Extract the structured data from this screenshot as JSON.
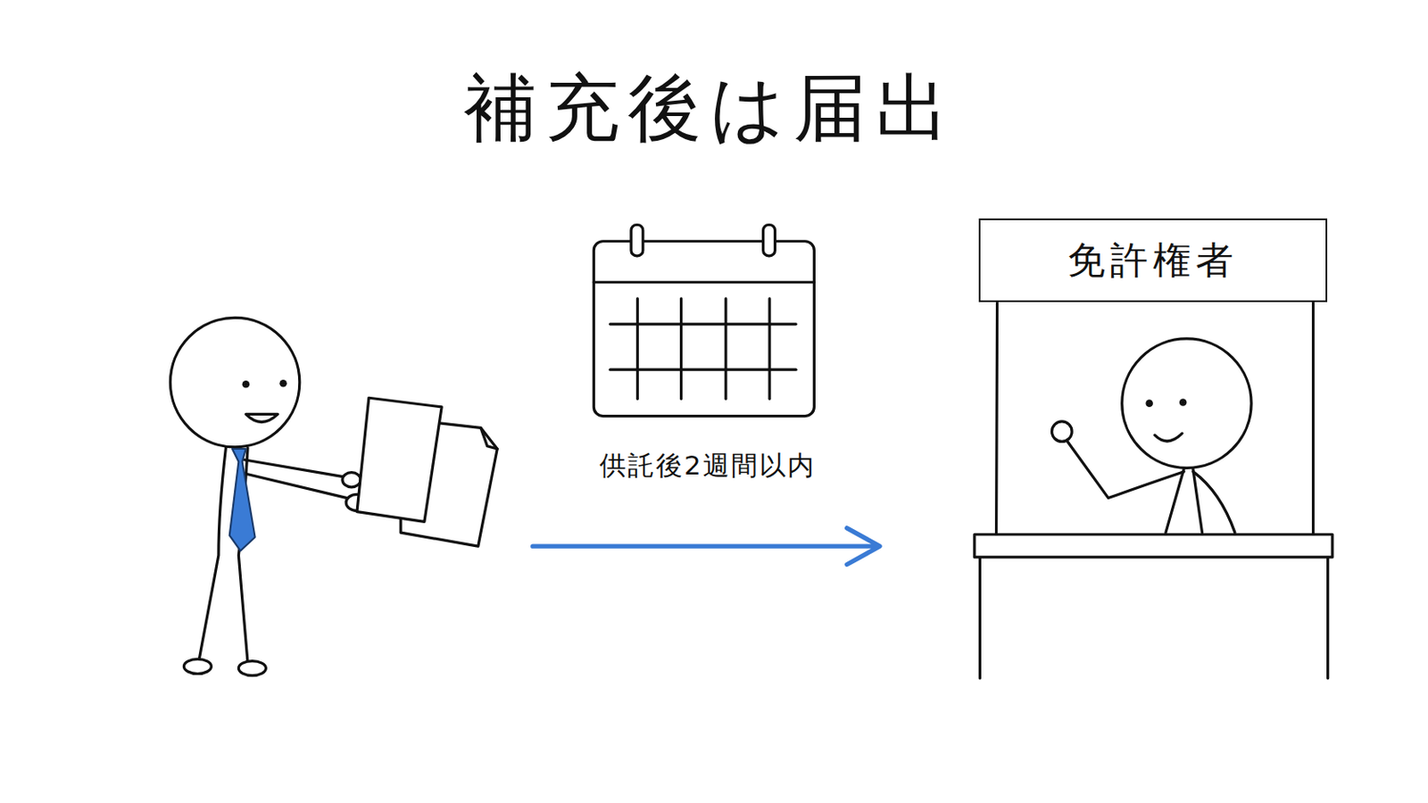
{
  "diagram": {
    "title": "補充後は届出",
    "nodes": [
      {
        "text": [
          "免許権者"
        ]
      }
    ],
    "labels": [
      "供託後2週間以内"
    ]
  }
}
